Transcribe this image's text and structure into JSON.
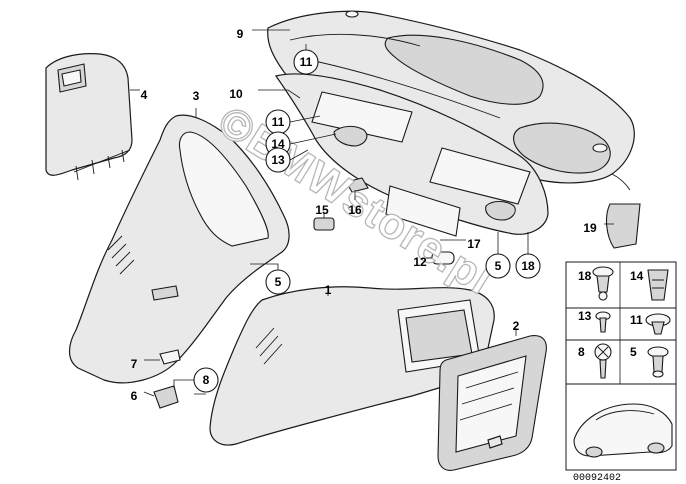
{
  "callouts": [
    {
      "id": "c9",
      "text": "9",
      "circled": false
    },
    {
      "id": "c11a",
      "text": "11",
      "circled": true
    },
    {
      "id": "c4",
      "text": "4",
      "circled": false
    },
    {
      "id": "c3",
      "text": "3",
      "circled": false
    },
    {
      "id": "c10",
      "text": "10",
      "circled": false
    },
    {
      "id": "c11b",
      "text": "11",
      "circled": true
    },
    {
      "id": "c14",
      "text": "14",
      "circled": true
    },
    {
      "id": "c13",
      "text": "13",
      "circled": true
    },
    {
      "id": "c16",
      "text": "16",
      "circled": false
    },
    {
      "id": "c15",
      "text": "15",
      "circled": false
    },
    {
      "id": "c17",
      "text": "17",
      "circled": false
    },
    {
      "id": "c19",
      "text": "19",
      "circled": false
    },
    {
      "id": "c12",
      "text": "12",
      "circled": false
    },
    {
      "id": "c5a",
      "text": "5",
      "circled": true
    },
    {
      "id": "c18",
      "text": "18",
      "circled": true
    },
    {
      "id": "c5b",
      "text": "5",
      "circled": true
    },
    {
      "id": "c1",
      "text": "1",
      "circled": false
    },
    {
      "id": "c2",
      "text": "2",
      "circled": false
    },
    {
      "id": "c7",
      "text": "7",
      "circled": false
    },
    {
      "id": "c8",
      "text": "8",
      "circled": true
    },
    {
      "id": "c6",
      "text": "6",
      "circled": false
    }
  ],
  "legend": [
    {
      "num": "18",
      "icon": "push-rivet-icon"
    },
    {
      "num": "14",
      "icon": "expanding-nut-icon"
    },
    {
      "num": "13",
      "icon": "screw-short-icon"
    },
    {
      "num": "11",
      "icon": "clip-icon"
    },
    {
      "num": "8",
      "icon": "screw-long-icon"
    },
    {
      "num": "5",
      "icon": "plug-rivet-icon"
    }
  ],
  "watermark": "©BMWstore.pl",
  "document_number": "00092402"
}
